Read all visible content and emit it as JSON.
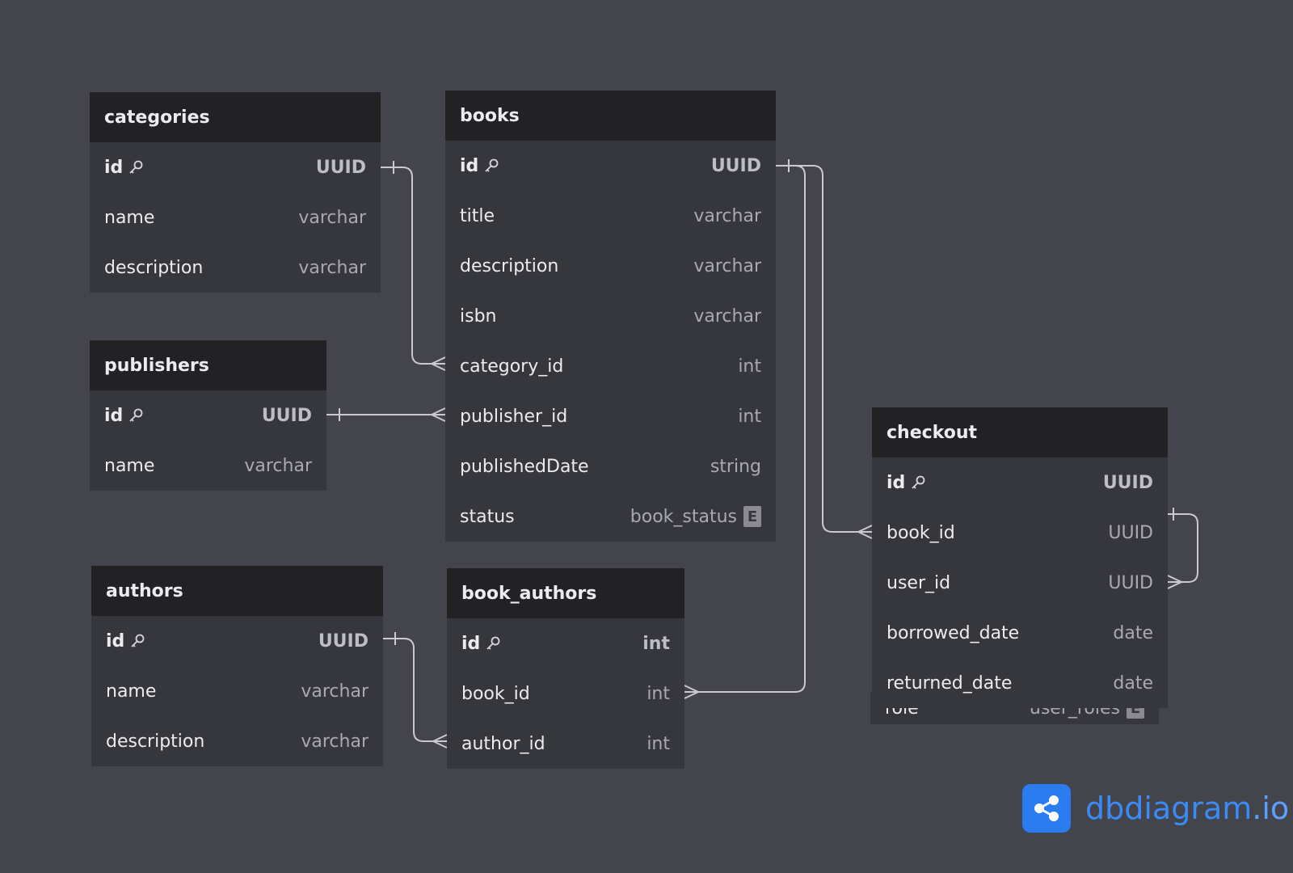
{
  "tables": {
    "categories": {
      "name": "categories",
      "columns": [
        {
          "name": "id",
          "type": "UUID",
          "pk": true
        },
        {
          "name": "name",
          "type": "varchar"
        },
        {
          "name": "description",
          "type": "varchar"
        }
      ]
    },
    "publishers": {
      "name": "publishers",
      "columns": [
        {
          "name": "id",
          "type": "UUID",
          "pk": true
        },
        {
          "name": "name",
          "type": "varchar"
        }
      ]
    },
    "authors": {
      "name": "authors",
      "columns": [
        {
          "name": "id",
          "type": "UUID",
          "pk": true
        },
        {
          "name": "name",
          "type": "varchar"
        },
        {
          "name": "description",
          "type": "varchar"
        }
      ]
    },
    "books": {
      "name": "books",
      "columns": [
        {
          "name": "id",
          "type": "UUID",
          "pk": true
        },
        {
          "name": "title",
          "type": "varchar"
        },
        {
          "name": "description",
          "type": "varchar"
        },
        {
          "name": "isbn",
          "type": "varchar"
        },
        {
          "name": "category_id",
          "type": "int"
        },
        {
          "name": "publisher_id",
          "type": "int"
        },
        {
          "name": "publishedDate",
          "type": "string"
        },
        {
          "name": "status",
          "type": "book_status",
          "enum": true
        }
      ]
    },
    "book_authors": {
      "name": "book_authors",
      "columns": [
        {
          "name": "id",
          "type": "int",
          "pk": true
        },
        {
          "name": "book_id",
          "type": "int"
        },
        {
          "name": "author_id",
          "type": "int"
        }
      ]
    },
    "users_hidden": {
      "columns": [
        {
          "name": "role",
          "type": "user_roles",
          "enum": true
        }
      ]
    },
    "checkout": {
      "name": "checkout",
      "columns": [
        {
          "name": "id",
          "type": "UUID",
          "pk": true
        },
        {
          "name": "book_id",
          "type": "UUID"
        },
        {
          "name": "user_id",
          "type": "UUID"
        },
        {
          "name": "borrowed_date",
          "type": "date"
        },
        {
          "name": "returned_date",
          "type": "date"
        }
      ]
    }
  },
  "enum_badge": "E",
  "logo": {
    "brand": "dbdiagram",
    "suffix": ".io"
  },
  "colors": {
    "background": "#44444d",
    "table_body": "#36363d",
    "table_header": "#222225",
    "link": "#c9c9cf",
    "brand": "#2a7cf0"
  }
}
